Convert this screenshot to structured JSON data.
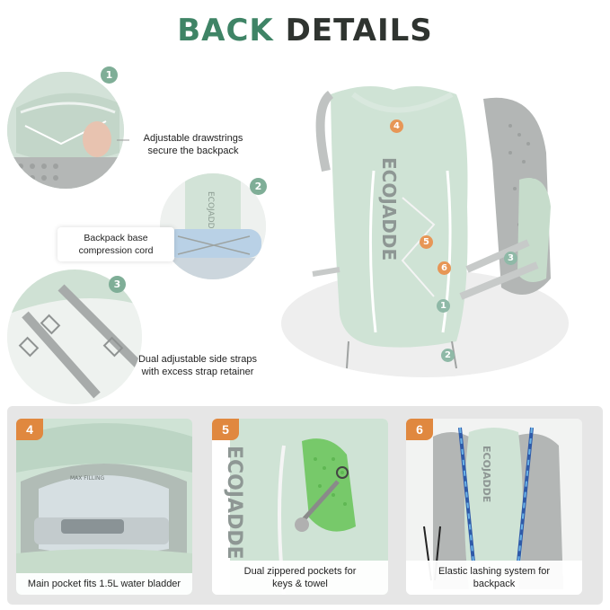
{
  "title": {
    "word1": "BACK",
    "word2": "DETAILS"
  },
  "features": [
    {
      "number": "1",
      "caption_line1": "Adjustable drawstrings",
      "caption_line2": "secure the backpack"
    },
    {
      "number": "2",
      "caption_line1": "Backpack base",
      "caption_line2": "compression cord"
    },
    {
      "number": "3",
      "caption_line1": "Dual adjustable side straps",
      "caption_line2": "with excess strap retainer"
    }
  ],
  "vest": {
    "brand": "ECOJADDE",
    "markers": [
      "4",
      "5",
      "6",
      "1",
      "2",
      "3"
    ]
  },
  "panels": [
    {
      "number": "4",
      "caption": "Main pocket fits 1.5L water bladder",
      "badge_color": "#e0883f",
      "bladder_text": "MAX FILLING"
    },
    {
      "number": "5",
      "caption_line1": "Dual zippered pockets for",
      "caption_line2": "keys & towel",
      "badge_color": "#e0883f",
      "brand": "ECOJADDE"
    },
    {
      "number": "6",
      "caption_line1": "Elastic lashing system for",
      "caption_line2": "backpack",
      "badge_color": "#e0883f",
      "brand": "ECOJADDE"
    }
  ],
  "colors": {
    "mint": "#cfe3d5",
    "accent_green": "#3f8466",
    "accent_orange": "#e0883f",
    "mesh_grey": "#b9bcbb"
  }
}
